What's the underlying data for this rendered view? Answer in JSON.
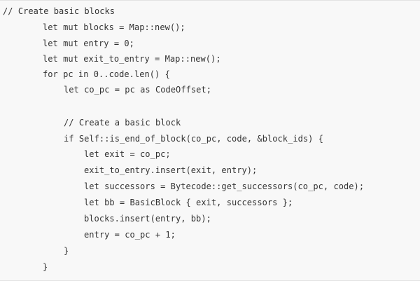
{
  "code": {
    "lines": [
      "// Create basic blocks",
      "let mut blocks = Map::new();",
      "let mut entry = 0;",
      "let mut exit_to_entry = Map::new();",
      "for pc in 0..code.len() {",
      "let co_pc = pc as CodeOffset;",
      "// Create a basic block",
      "if Self::is_end_of_block(co_pc, code, &block_ids) {",
      "let exit = co_pc;",
      "exit_to_entry.insert(exit, entry);",
      "let successors = Bytecode::get_successors(co_pc, code);",
      "let bb = BasicBlock { exit, successors };",
      "blocks.insert(entry, bb);",
      "entry = co_pc + 1;",
      "}",
      "}"
    ]
  }
}
